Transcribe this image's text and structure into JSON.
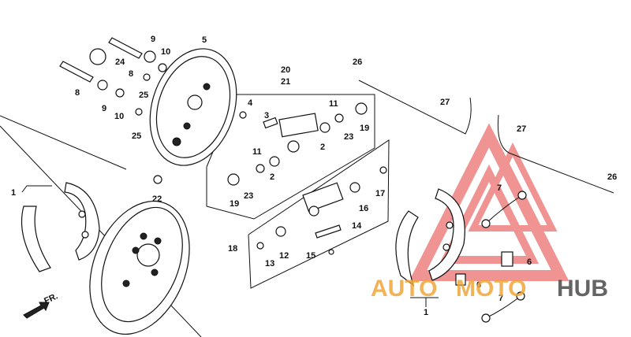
{
  "labels": {
    "l1a": "1",
    "l1b": "1",
    "l2a": "2",
    "l2b": "2",
    "l3": "3",
    "l4": "4",
    "l5": "5",
    "l6a": "6",
    "l6b": "6",
    "l7a": "7",
    "l7b": "7",
    "l8a": "8",
    "l8b": "8",
    "l9a": "9",
    "l9b": "9",
    "l10a": "10",
    "l10b": "10",
    "l11a": "11",
    "l11b": "11",
    "l12": "12",
    "l13": "13",
    "l14": "14",
    "l15": "15",
    "l16": "16",
    "l17": "17",
    "l18": "18",
    "l19a": "19",
    "l19b": "19",
    "l20": "20",
    "l21": "21",
    "l22": "22",
    "l23a": "23",
    "l23b": "23",
    "l24": "24",
    "l25a": "25",
    "l25b": "25",
    "l26a": "26",
    "l26b": "26",
    "l27a": "27",
    "l27b": "27"
  },
  "direction": {
    "text": "FR."
  },
  "watermark": {
    "auto": "AUTO",
    "moto": "MOTO",
    "hub": "HUB"
  },
  "colors": {
    "watermark_red": "#e23b3b",
    "watermark_orange": "#f0a63a",
    "watermark_dark": "#4a4a4a",
    "line": "#111111"
  }
}
